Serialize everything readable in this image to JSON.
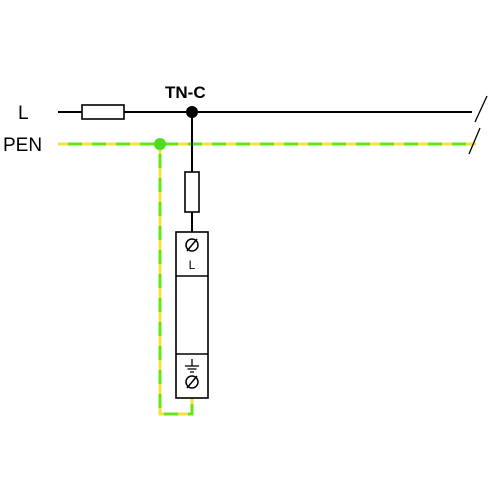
{
  "labels": {
    "line": "L",
    "pen": "PEN",
    "system": "TN-C",
    "terminal_top": "L"
  },
  "colors": {
    "wire": "#000000",
    "pen_green": "#66e61a",
    "pen_yellow": "#f2e33a",
    "node_green": "#4fdc1e",
    "node_black": "#000000"
  },
  "icons": {
    "fuse_on_L": "fuse-icon",
    "fuse_on_drop": "fuse-icon",
    "terminal_top": "screw-terminal-icon",
    "terminal_bottom": "screw-terminal-icon",
    "ground": "ground-icon",
    "break_mark": "break-mark-icon"
  }
}
